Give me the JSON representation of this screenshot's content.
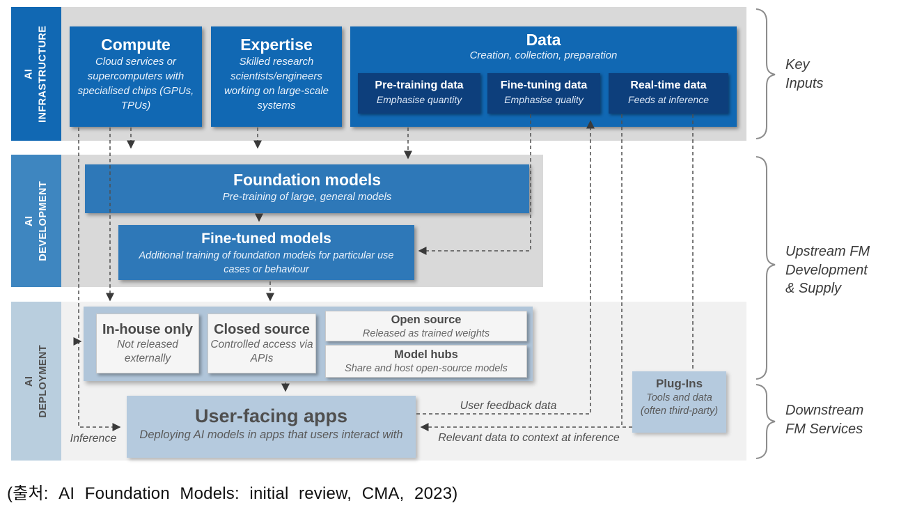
{
  "infrastructure": {
    "sidebar": "AI\nINFRASTRUCTURE",
    "compute": {
      "title": "Compute",
      "desc": "Cloud services or supercomputers with specialised chips (GPUs, TPUs)"
    },
    "expertise": {
      "title": "Expertise",
      "desc": "Skilled research scientists/engineers working on large-scale systems"
    },
    "data": {
      "title": "Data",
      "desc": "Creation, collection, preparation",
      "subboxes": [
        {
          "title": "Pre-training data",
          "desc": "Emphasise quantity"
        },
        {
          "title": "Fine-tuning data",
          "desc": "Emphasise quality"
        },
        {
          "title": "Real-time data",
          "desc": "Feeds at inference"
        }
      ]
    }
  },
  "development": {
    "sidebar": "AI\nDEVELOPMENT",
    "foundation": {
      "title": "Foundation models",
      "desc": "Pre-training of large, general models"
    },
    "finetuned": {
      "title": "Fine-tuned models",
      "desc": "Additional training of foundation models for particular use cases or behaviour"
    }
  },
  "deployment": {
    "sidebar": "AI\nDEPLOYMENT",
    "inhouse": {
      "title": "In-house only",
      "desc": "Not released externally"
    },
    "closed": {
      "title": "Closed source",
      "desc": "Controlled access via APIs"
    },
    "open": {
      "title": "Open source",
      "desc": "Released as trained weights"
    },
    "hubs": {
      "title": "Model hubs",
      "desc": "Share and host open-source models"
    },
    "apps": {
      "title": "User-facing apps",
      "desc": "Deploying AI models in apps that users interact with"
    },
    "plugins": {
      "title": "Plug-Ins",
      "desc": "Tools and data (often third-party)"
    }
  },
  "connectors": {
    "inference": "Inference",
    "user_feedback": "User feedback data",
    "relevant_data": "Relevant data to context at inference"
  },
  "braces": [
    {
      "label": "Key\nInputs"
    },
    {
      "label": "Upstream FM\nDevelopment\n& Supply"
    },
    {
      "label": "Downstream\nFM Services"
    }
  ],
  "caption": "(출처: AI Foundation Models: initial review, CMA, 2023)",
  "colors": {
    "primary_blue": "#1168b3",
    "navy": "#0d3f7c",
    "mid_blue": "#2e78b8",
    "dev_sidebar_blue": "#3e86c0",
    "deploy_sidebar_blue": "#b9cede",
    "container_gray": "#d9d9d9",
    "deploy_gray": "#f1f1f1",
    "strip_blue": "#b0c5d9",
    "light_box_blue": "#b5cade",
    "card_gray": "#f5f5f5"
  }
}
